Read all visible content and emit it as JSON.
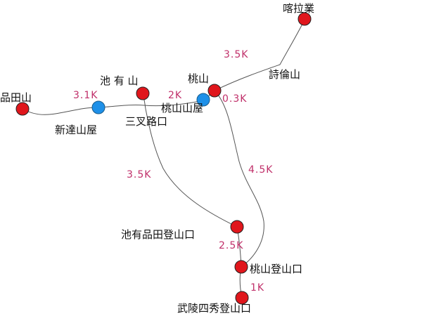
{
  "colors": {
    "peak": "#e0161c",
    "hut": "#1e90e8",
    "distance_text": "#c0306a",
    "trail": "#555555"
  },
  "places": {
    "kalaye": "喀拉業",
    "shilun": "詩倫山",
    "taoshan": "桃山",
    "taoshan_hut": "桃山山屋",
    "chiyou": "池 有 山",
    "pintian": "品田山",
    "xinda_hut": "新達山屋",
    "sancha": "三叉路口",
    "chiyou_trailhead": "池有品田登山口",
    "taoshan_trailhead": "桃山登山口",
    "wuling_trailhead": "武陵四秀登山口"
  },
  "distances": {
    "taoshan_kalaye": "3.5K",
    "pintian_xinda": "3.1K",
    "chiyou_taoshan": "2K",
    "taoshan_hut": "0.3K",
    "sancha_chiyou_trailhead": "3.5K",
    "taoshan_taoshan_trailhead": "4.5K",
    "chiyou_trailhead_taoshan_trailhead": "2.5K",
    "taoshan_trailhead_wuling": "1K"
  }
}
